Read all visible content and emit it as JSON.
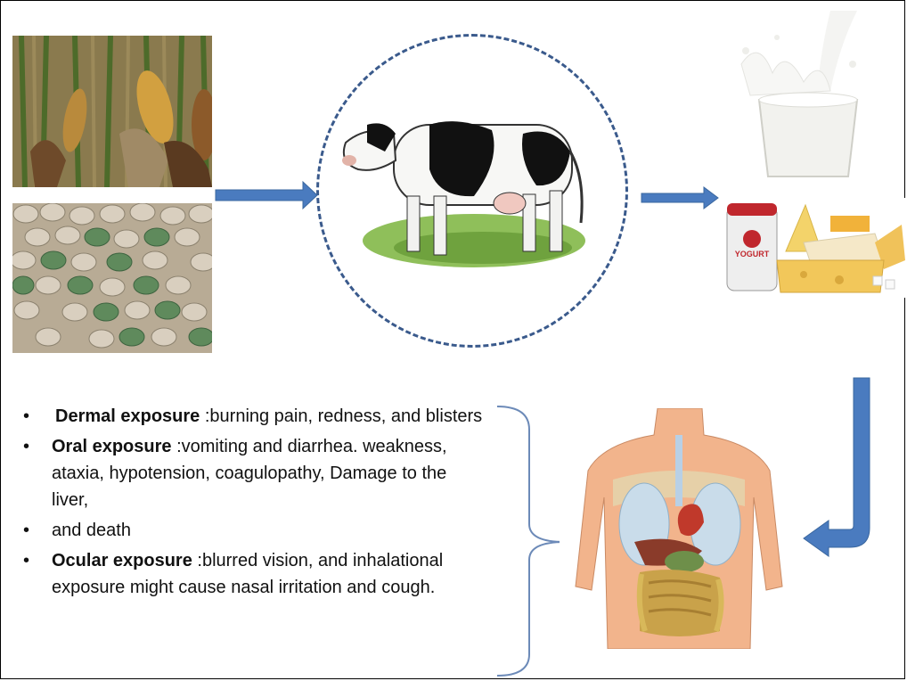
{
  "bullets": [
    {
      "label": "Dermal exposure",
      "text": " :burning pain, redness, and blisters"
    },
    {
      "label": "Oral exposure",
      "text": " :vomiting and diarrhea. weakness, ataxia, hypotension, coagulopathy, Damage to the liver,"
    },
    {
      "label": "",
      "text": "and death"
    },
    {
      "label": "Ocular exposure",
      "text": " :blurred vision, and inhalational exposure might cause nasal irritation and cough."
    }
  ],
  "dairy": {
    "yogurt_label": "YOGURT"
  },
  "colors": {
    "arrow": "#4a7bbf",
    "circle": "#3a5a8c",
    "text": "#111111"
  }
}
